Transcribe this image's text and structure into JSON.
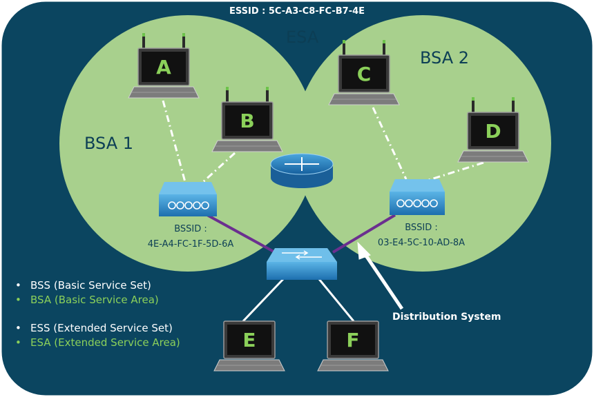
{
  "essid_label": "ESSID : 5C-A3-C8-FC-B7-4E",
  "esa_label": "ESA",
  "bsa1_label": "BSA 1",
  "bsa2_label": "BSA 2",
  "ap1": {
    "title": "BSSID :",
    "mac": "4E-A4-FC-1F-5D-6A"
  },
  "ap2": {
    "title": "BSSID :",
    "mac": "03-E4-5C-10-AD-8A"
  },
  "distribution_label": "Distribution System",
  "laptops": {
    "a": "A",
    "b": "B",
    "c": "C",
    "d": "D",
    "e": "E",
    "f": "F"
  },
  "legend": {
    "bss": "BSS (Basic Service Set)",
    "bsa": "BSA (Basic Service Area)",
    "ess": "ESS (Extended Service Set)",
    "esa": "ESA (Extended Service Area)"
  },
  "colors": {
    "background": "#0b4560",
    "bsa_fill": "#a8d08d",
    "legend_green": "#8bd05a",
    "device_blue": "#2d86c4",
    "wired_link_purple": "#6b2f8f",
    "letter_green": "#8bd05a"
  }
}
